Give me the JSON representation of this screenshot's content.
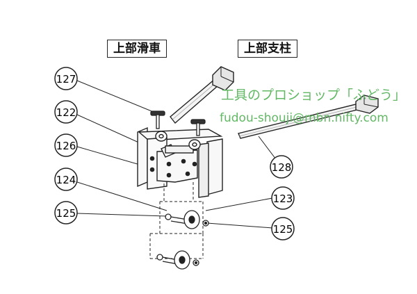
{
  "labels": {
    "upper_pulley": "上部滑車",
    "upper_post": "上部支柱"
  },
  "watermark": {
    "shop": "工具のプロショップ「ふどう」",
    "email": "fudou-shouji@mbn.nifty.com",
    "color": "#62b865"
  },
  "callouts": [
    "127",
    "122",
    "126",
    "124",
    "125",
    "128",
    "123",
    "125"
  ]
}
